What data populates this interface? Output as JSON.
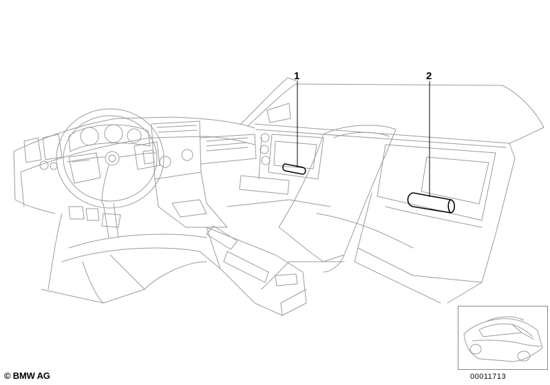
{
  "callouts": [
    {
      "number": "1"
    },
    {
      "number": "2"
    }
  ],
  "footer": {
    "copyright": "© BMW AG",
    "document_number": "00011713"
  },
  "colors": {
    "line": "#9a9a9a",
    "ink": "#000000",
    "background": "#ffffff"
  }
}
